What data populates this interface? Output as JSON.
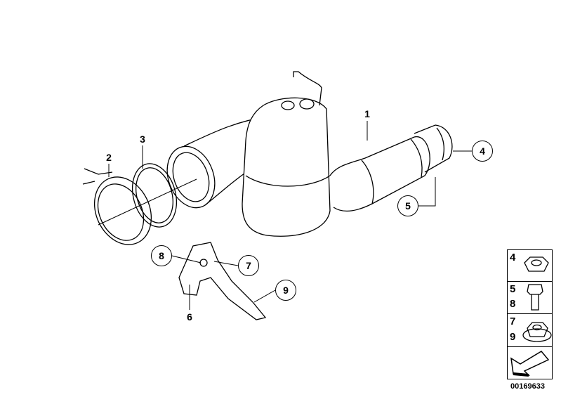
{
  "callouts": {
    "c1": "1",
    "c2": "2",
    "c3": "3",
    "c4": "4",
    "c5": "5",
    "c6": "6",
    "c7": "7",
    "c8": "8",
    "c9": "9"
  },
  "legend": {
    "nut": [
      "4"
    ],
    "bolt": [
      "5",
      "8"
    ],
    "flange_nut": [
      "7",
      "9"
    ]
  },
  "diagram_code": "00169633"
}
